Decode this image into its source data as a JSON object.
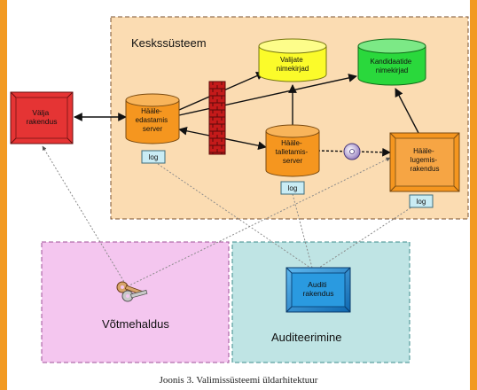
{
  "regions": {
    "central": "Keskssüsteem",
    "keys": "Võtmehaldus",
    "audit": "Auditeerimine"
  },
  "nodes": {
    "external_app": [
      "Välja",
      "rakendus"
    ],
    "vote_forward_server": [
      "Hääle-",
      "edastamis",
      "server"
    ],
    "vote_store_server": [
      "Hääle-",
      "talletamis-",
      "server"
    ],
    "vote_count_app": [
      "Hääle-",
      "lugemis-",
      "rakendus"
    ],
    "voter_lists": [
      "Valijate",
      "nimekirjad"
    ],
    "candidate_lists": [
      "Kandidaatide",
      "nimekirjad"
    ],
    "audit_app": [
      "Auditi",
      "rakendus"
    ]
  },
  "logs": [
    "log",
    "log",
    "log"
  ],
  "caption": "Joonis 3. Valimissüsteemi üldarhitektuur",
  "colors": {
    "page_edge": "#f29a22",
    "central_bg": "#fbdcb2",
    "central_border": "#7a5230",
    "keys_bg": "#f4c6ef",
    "keys_border": "#a0529a",
    "audit_bg": "#bfe4e4",
    "audit_border": "#3c8c8c",
    "external_app": "#e53434",
    "server": "#f5961f",
    "voter_db": "#fbfb2a",
    "candidate_db": "#2ad83c",
    "audit_app": "#1e8bd6",
    "log": "#c9ecf4",
    "firewall": "#c41a1a"
  }
}
